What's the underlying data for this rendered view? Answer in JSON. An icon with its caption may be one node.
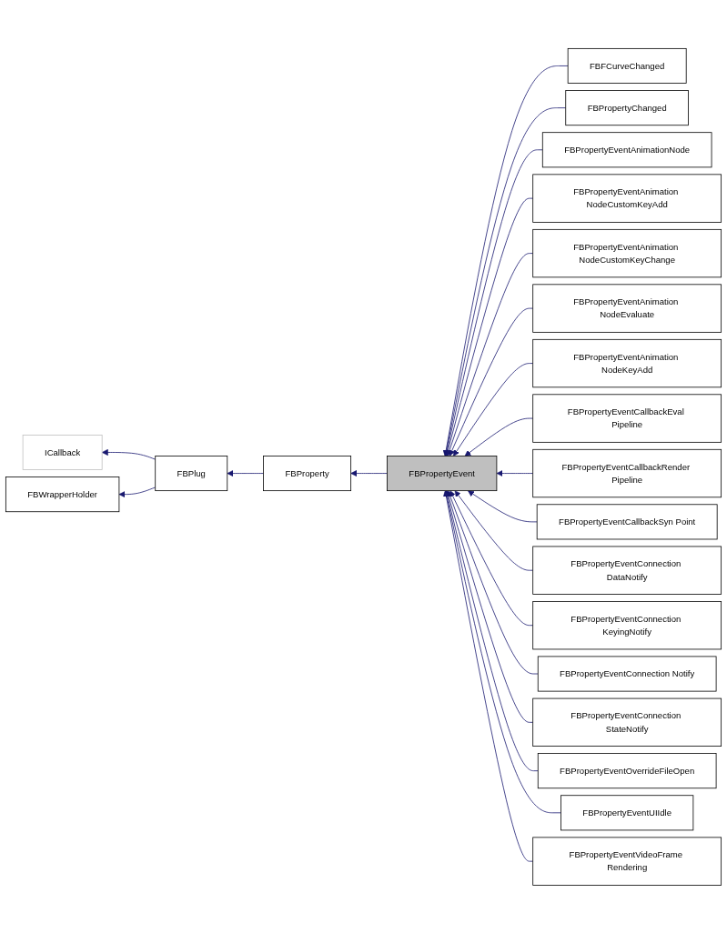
{
  "diagram": {
    "nodes": [
      {
        "text": [
          "ICallback"
        ]
      },
      {
        "text": [
          "FBWrapperHolder"
        ]
      },
      {
        "text": [
          "FBPlug"
        ]
      },
      {
        "text": [
          "FBProperty"
        ]
      },
      {
        "text": [
          "FBPropertyEvent"
        ]
      },
      {
        "text": [
          "FBFCurveChanged"
        ]
      },
      {
        "text": [
          "FBPropertyChanged"
        ]
      },
      {
        "text": [
          "FBPropertyEventAnimationNode"
        ]
      },
      {
        "text": [
          "FBPropertyEventAnimation NodeCustomKeyAdd"
        ]
      },
      {
        "text": [
          "FBPropertyEventAnimation NodeCustomKeyChange"
        ]
      },
      {
        "text": [
          "FBPropertyEventAnimation NodeEvaluate"
        ]
      },
      {
        "text": [
          "FBPropertyEventAnimation NodeKeyAdd"
        ]
      },
      {
        "text": [
          "FBPropertyEventCallbackEval Pipeline"
        ]
      },
      {
        "text": [
          "FBPropertyEventCallbackRender Pipeline"
        ]
      },
      {
        "text": [
          "FBPropertyEventCallbackSyn Point"
        ]
      },
      {
        "text": [
          "FBPropertyEventConnection DataNotify"
        ]
      },
      {
        "text": [
          "FBPropertyEventConnection KeyingNotify"
        ]
      },
      {
        "text": [
          "FBPropertyEventConnection Notify"
        ]
      },
      {
        "text": [
          "FBPropertyEventConnection StateNotify"
        ]
      },
      {
        "text": [
          "FBPropertyEventOverrideFileOpen"
        ]
      },
      {
        "text": [
          "FBPropertyEventUIIdle"
        ]
      },
      {
        "text": [
          "FBPropertyEventVideoFrame Rendering"
        ]
      }
    ],
    "edges": [
      {
        "from": 2,
        "to": 0,
        "arrow": "to"
      },
      {
        "from": 2,
        "to": 1,
        "arrow": "to"
      },
      {
        "from": 3,
        "to": 2,
        "arrow": "to"
      },
      {
        "from": 4,
        "to": 3,
        "arrow": "to"
      },
      {
        "from": 5,
        "to": 4,
        "arrow": "to"
      },
      {
        "from": 6,
        "to": 4,
        "arrow": "to"
      },
      {
        "from": 7,
        "to": 4,
        "arrow": "to"
      },
      {
        "from": 8,
        "to": 4,
        "arrow": "to"
      },
      {
        "from": 9,
        "to": 4,
        "arrow": "to"
      },
      {
        "from": 10,
        "to": 4,
        "arrow": "to"
      },
      {
        "from": 11,
        "to": 4,
        "arrow": "to"
      },
      {
        "from": 12,
        "to": 4,
        "arrow": "to"
      },
      {
        "from": 13,
        "to": 4,
        "arrow": "to"
      },
      {
        "from": 14,
        "to": 4,
        "arrow": "to"
      },
      {
        "from": 15,
        "to": 4,
        "arrow": "to"
      },
      {
        "from": 16,
        "to": 4,
        "arrow": "to"
      },
      {
        "from": 17,
        "to": 4,
        "arrow": "to"
      },
      {
        "from": 18,
        "to": 4,
        "arrow": "to"
      },
      {
        "from": 19,
        "to": 4,
        "arrow": "to"
      },
      {
        "from": 20,
        "to": 4,
        "arrow": "to"
      },
      {
        "from": 21,
        "to": 4,
        "arrow": "to"
      }
    ]
  }
}
